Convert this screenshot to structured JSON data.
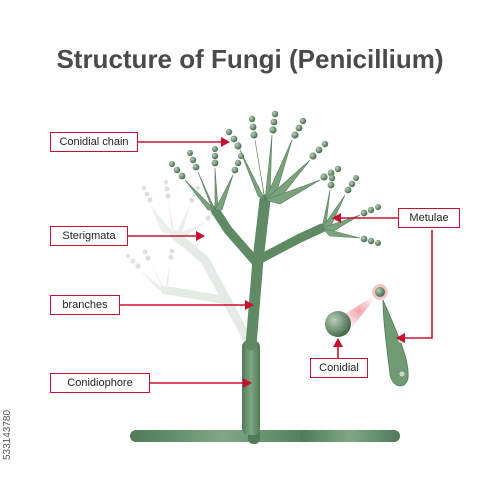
{
  "title": "Structure of Fungi (Penicillium)",
  "labels": {
    "conidial_chain": "Conidial chain",
    "sterigmata": "Sterigmata",
    "branches": "branches",
    "conidiophore": "Conidiophore",
    "metulae": "Metulae",
    "conidial": "Conidial"
  },
  "watermark_id": "533143780",
  "colors": {
    "accent": "#c8102e",
    "stalk": "#5f8a63",
    "stalk_light": "#cfdcd0",
    "title": "#4a4a4a"
  }
}
